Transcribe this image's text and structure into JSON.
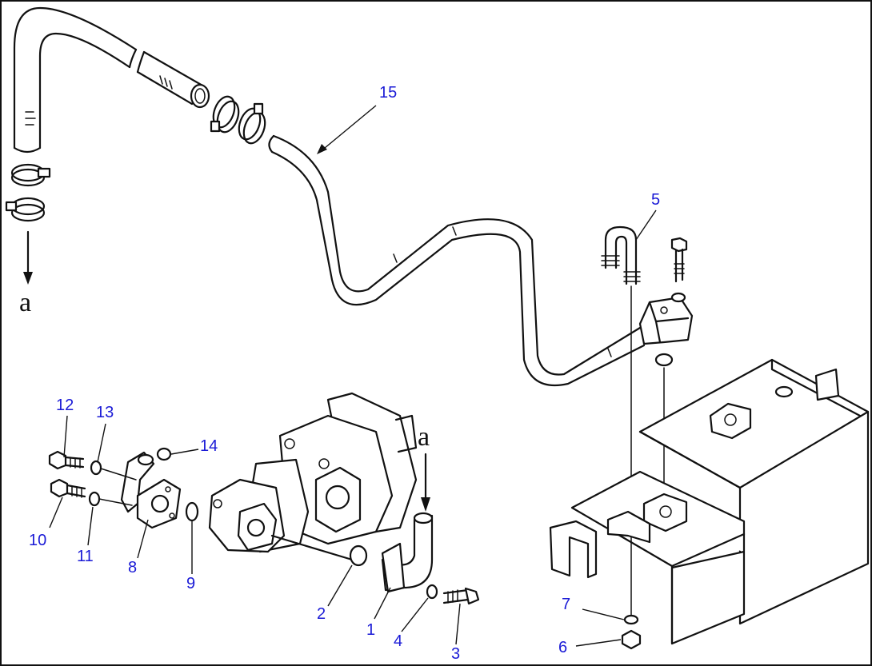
{
  "diagram": {
    "callout_color": "#1a1ad6",
    "line_color": "#111111",
    "callouts": [
      {
        "id": "c1",
        "label": "1"
      },
      {
        "id": "c2",
        "label": "2"
      },
      {
        "id": "c3",
        "label": "3"
      },
      {
        "id": "c4",
        "label": "4"
      },
      {
        "id": "c5",
        "label": "5"
      },
      {
        "id": "c6",
        "label": "6"
      },
      {
        "id": "c7",
        "label": "7"
      },
      {
        "id": "c8",
        "label": "8"
      },
      {
        "id": "c9",
        "label": "9"
      },
      {
        "id": "c10",
        "label": "10"
      },
      {
        "id": "c11",
        "label": "11"
      },
      {
        "id": "c12",
        "label": "12"
      },
      {
        "id": "c13",
        "label": "13"
      },
      {
        "id": "c14",
        "label": "14"
      },
      {
        "id": "c15",
        "label": "15"
      }
    ],
    "references": [
      {
        "id": "ref-a-left",
        "label": "a"
      },
      {
        "id": "ref-a-right",
        "label": "a"
      }
    ]
  }
}
